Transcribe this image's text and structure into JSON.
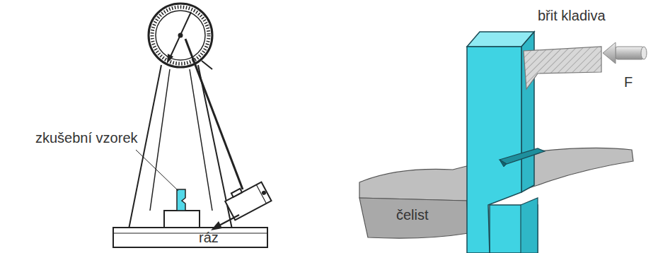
{
  "diagram": {
    "labels": [
      "zkušební vzorek",
      "ráz",
      "břit kladiva",
      "F",
      "čelist"
    ]
  }
}
